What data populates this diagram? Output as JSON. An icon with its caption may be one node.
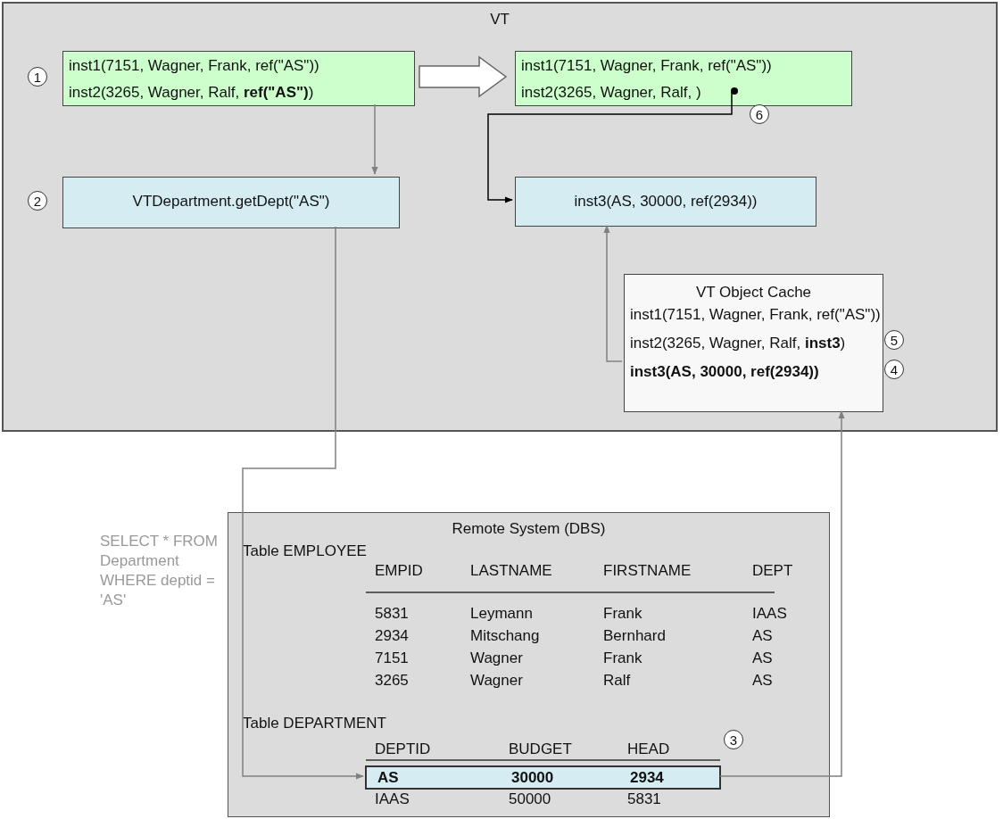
{
  "diagram": {
    "nodes": [
      {
        "text": [
          "VT"
        ]
      },
      {
        "text": [
          "inst1(7151, Wagner, Frank, ref(\"AS\"))",
          "inst2(3265, Wagner, Ralf, **ref(\"AS\")**)"
        ],
        "in": 0,
        "beside": [
          "1"
        ]
      },
      {
        "text": [
          "inst1(7151, Wagner, Frank, ref(\"AS\"))",
          "inst2(3265, Wagner, Ralf, )"
        ],
        "in": 0
      },
      {
        "text": [],
        "shape": "circle",
        "in": 2,
        "beside": [
          "6"
        ]
      },
      {
        "text": [
          "VTDepartment.getDept(\"AS\")"
        ],
        "in": 0,
        "beside": [
          "2"
        ]
      },
      {
        "text": [
          "inst3(AS, 30000, ref(2934))"
        ],
        "in": 0
      },
      {
        "text": [
          "VT Object Cache",
          "inst1(7151, Wagner, Frank, ref(\"AS\"))",
          "inst2(3265, Wagner, Ralf, **inst3**)",
          "**inst3(AS, 30000, ref(2934))**"
        ],
        "in": 0,
        "beside": [
          "5",
          "4"
        ]
      },
      {
        "text": [
          "Remote System (DBS)"
        ]
      },
      {
        "text": [
          "AS",
          "30000",
          "2934"
        ],
        "in": 7,
        "beside": [
          "3"
        ]
      }
    ],
    "edges": [
      {
        "from": 1,
        "to": 2,
        "arrow": "to",
        "style": "thick"
      },
      {
        "from": 1,
        "to": 4,
        "arrow": "to"
      },
      {
        "from": 3,
        "to": 5,
        "arrow": "to",
        "color": "#000000"
      },
      {
        "from": 4,
        "to": 8,
        "arrow": "to",
        "label": "SELECT * FROM Department WHERE deptid = 'AS'"
      },
      {
        "from": 8,
        "to": 6,
        "arrow": "to"
      },
      {
        "from": 6,
        "to": 5,
        "arrow": "to"
      }
    ],
    "labels": [
      "Table EMPLOYEE",
      "EMPID",
      "LASTNAME",
      "FIRSTNAME",
      "DEPT",
      "5831",
      "Leymann",
      "Frank",
      "IAAS",
      "2934",
      "Mitschang",
      "Bernhard",
      "AS",
      "7151",
      "Wagner",
      "Frank",
      "AS",
      "3265",
      "Wagner",
      "Ralf",
      "AS",
      "Table DEPARTMENT",
      "DEPTID",
      "BUDGET",
      "HEAD",
      "IAAS",
      "50000",
      "5831"
    ]
  }
}
